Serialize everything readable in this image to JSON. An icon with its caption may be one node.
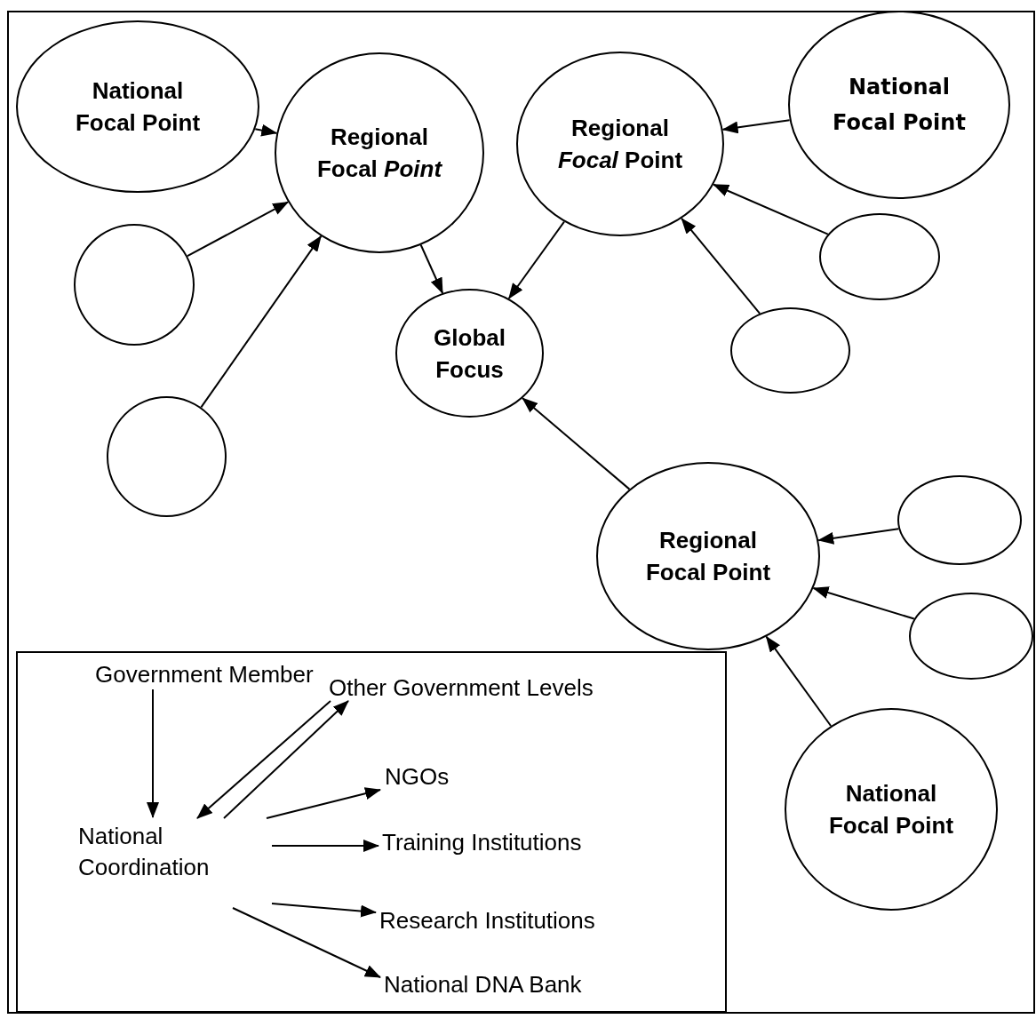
{
  "diagram": {
    "nodes": [
      {
        "text": [
          "National Focal Point"
        ]
      },
      {
        "text": [
          "Regional Focal *Point*"
        ]
      },
      {
        "text": [
          "Regional *Focal* Point"
        ]
      },
      {
        "text": [
          "National Focal Point"
        ]
      },
      {
        "text": [],
        "shape": "circle"
      },
      {
        "text": [],
        "shape": "circle"
      },
      {
        "text": [
          "Global Focus"
        ]
      },
      {
        "text": [],
        "shape": "circle"
      },
      {
        "text": [],
        "shape": "circle"
      },
      {
        "text": [
          "Regional Focal Point"
        ]
      },
      {
        "text": [],
        "shape": "circle"
      },
      {
        "text": [],
        "shape": "circle"
      },
      {
        "text": [
          "National Focal Point"
        ]
      },
      {
        "text": [],
        "shape": "box"
      },
      {
        "text": [
          "Government Member"
        ],
        "in": 13
      },
      {
        "text": [
          "National Coordination"
        ],
        "in": 13
      },
      {
        "text": [
          "Other Government Levels"
        ],
        "in": 13
      },
      {
        "text": [
          "NGOs"
        ],
        "in": 13
      },
      {
        "text": [
          "Training Institutions"
        ],
        "in": 13
      },
      {
        "text": [
          "Research Institutions"
        ],
        "in": 13
      },
      {
        "text": [
          "National DNA Bank"
        ],
        "in": 13
      }
    ],
    "edges": [
      {
        "from": 0,
        "to": 1,
        "arrow": "to"
      },
      {
        "from": 4,
        "to": 1,
        "arrow": "to"
      },
      {
        "from": 5,
        "to": 1,
        "arrow": "to"
      },
      {
        "from": 1,
        "to": 6,
        "arrow": "to"
      },
      {
        "from": 3,
        "to": 2,
        "arrow": "to"
      },
      {
        "from": 7,
        "to": 2,
        "arrow": "to"
      },
      {
        "from": 8,
        "to": 2,
        "arrow": "to"
      },
      {
        "from": 2,
        "to": 6,
        "arrow": "to"
      },
      {
        "from": 9,
        "to": 6,
        "arrow": "to"
      },
      {
        "from": 10,
        "to": 9,
        "arrow": "to"
      },
      {
        "from": 11,
        "to": 9,
        "arrow": "to"
      },
      {
        "from": 12,
        "to": 9,
        "arrow": "to"
      },
      {
        "from": 14,
        "to": 15,
        "arrow": "to"
      },
      {
        "from": 16,
        "to": 15,
        "arrow": "to"
      },
      {
        "from": 15,
        "to": 16,
        "arrow": "to"
      },
      {
        "from": 15,
        "to": 17,
        "arrow": "to"
      },
      {
        "from": 15,
        "to": 18,
        "arrow": "to"
      },
      {
        "from": 15,
        "to": 19,
        "arrow": "to"
      },
      {
        "from": 15,
        "to": 20,
        "arrow": "to"
      }
    ]
  }
}
